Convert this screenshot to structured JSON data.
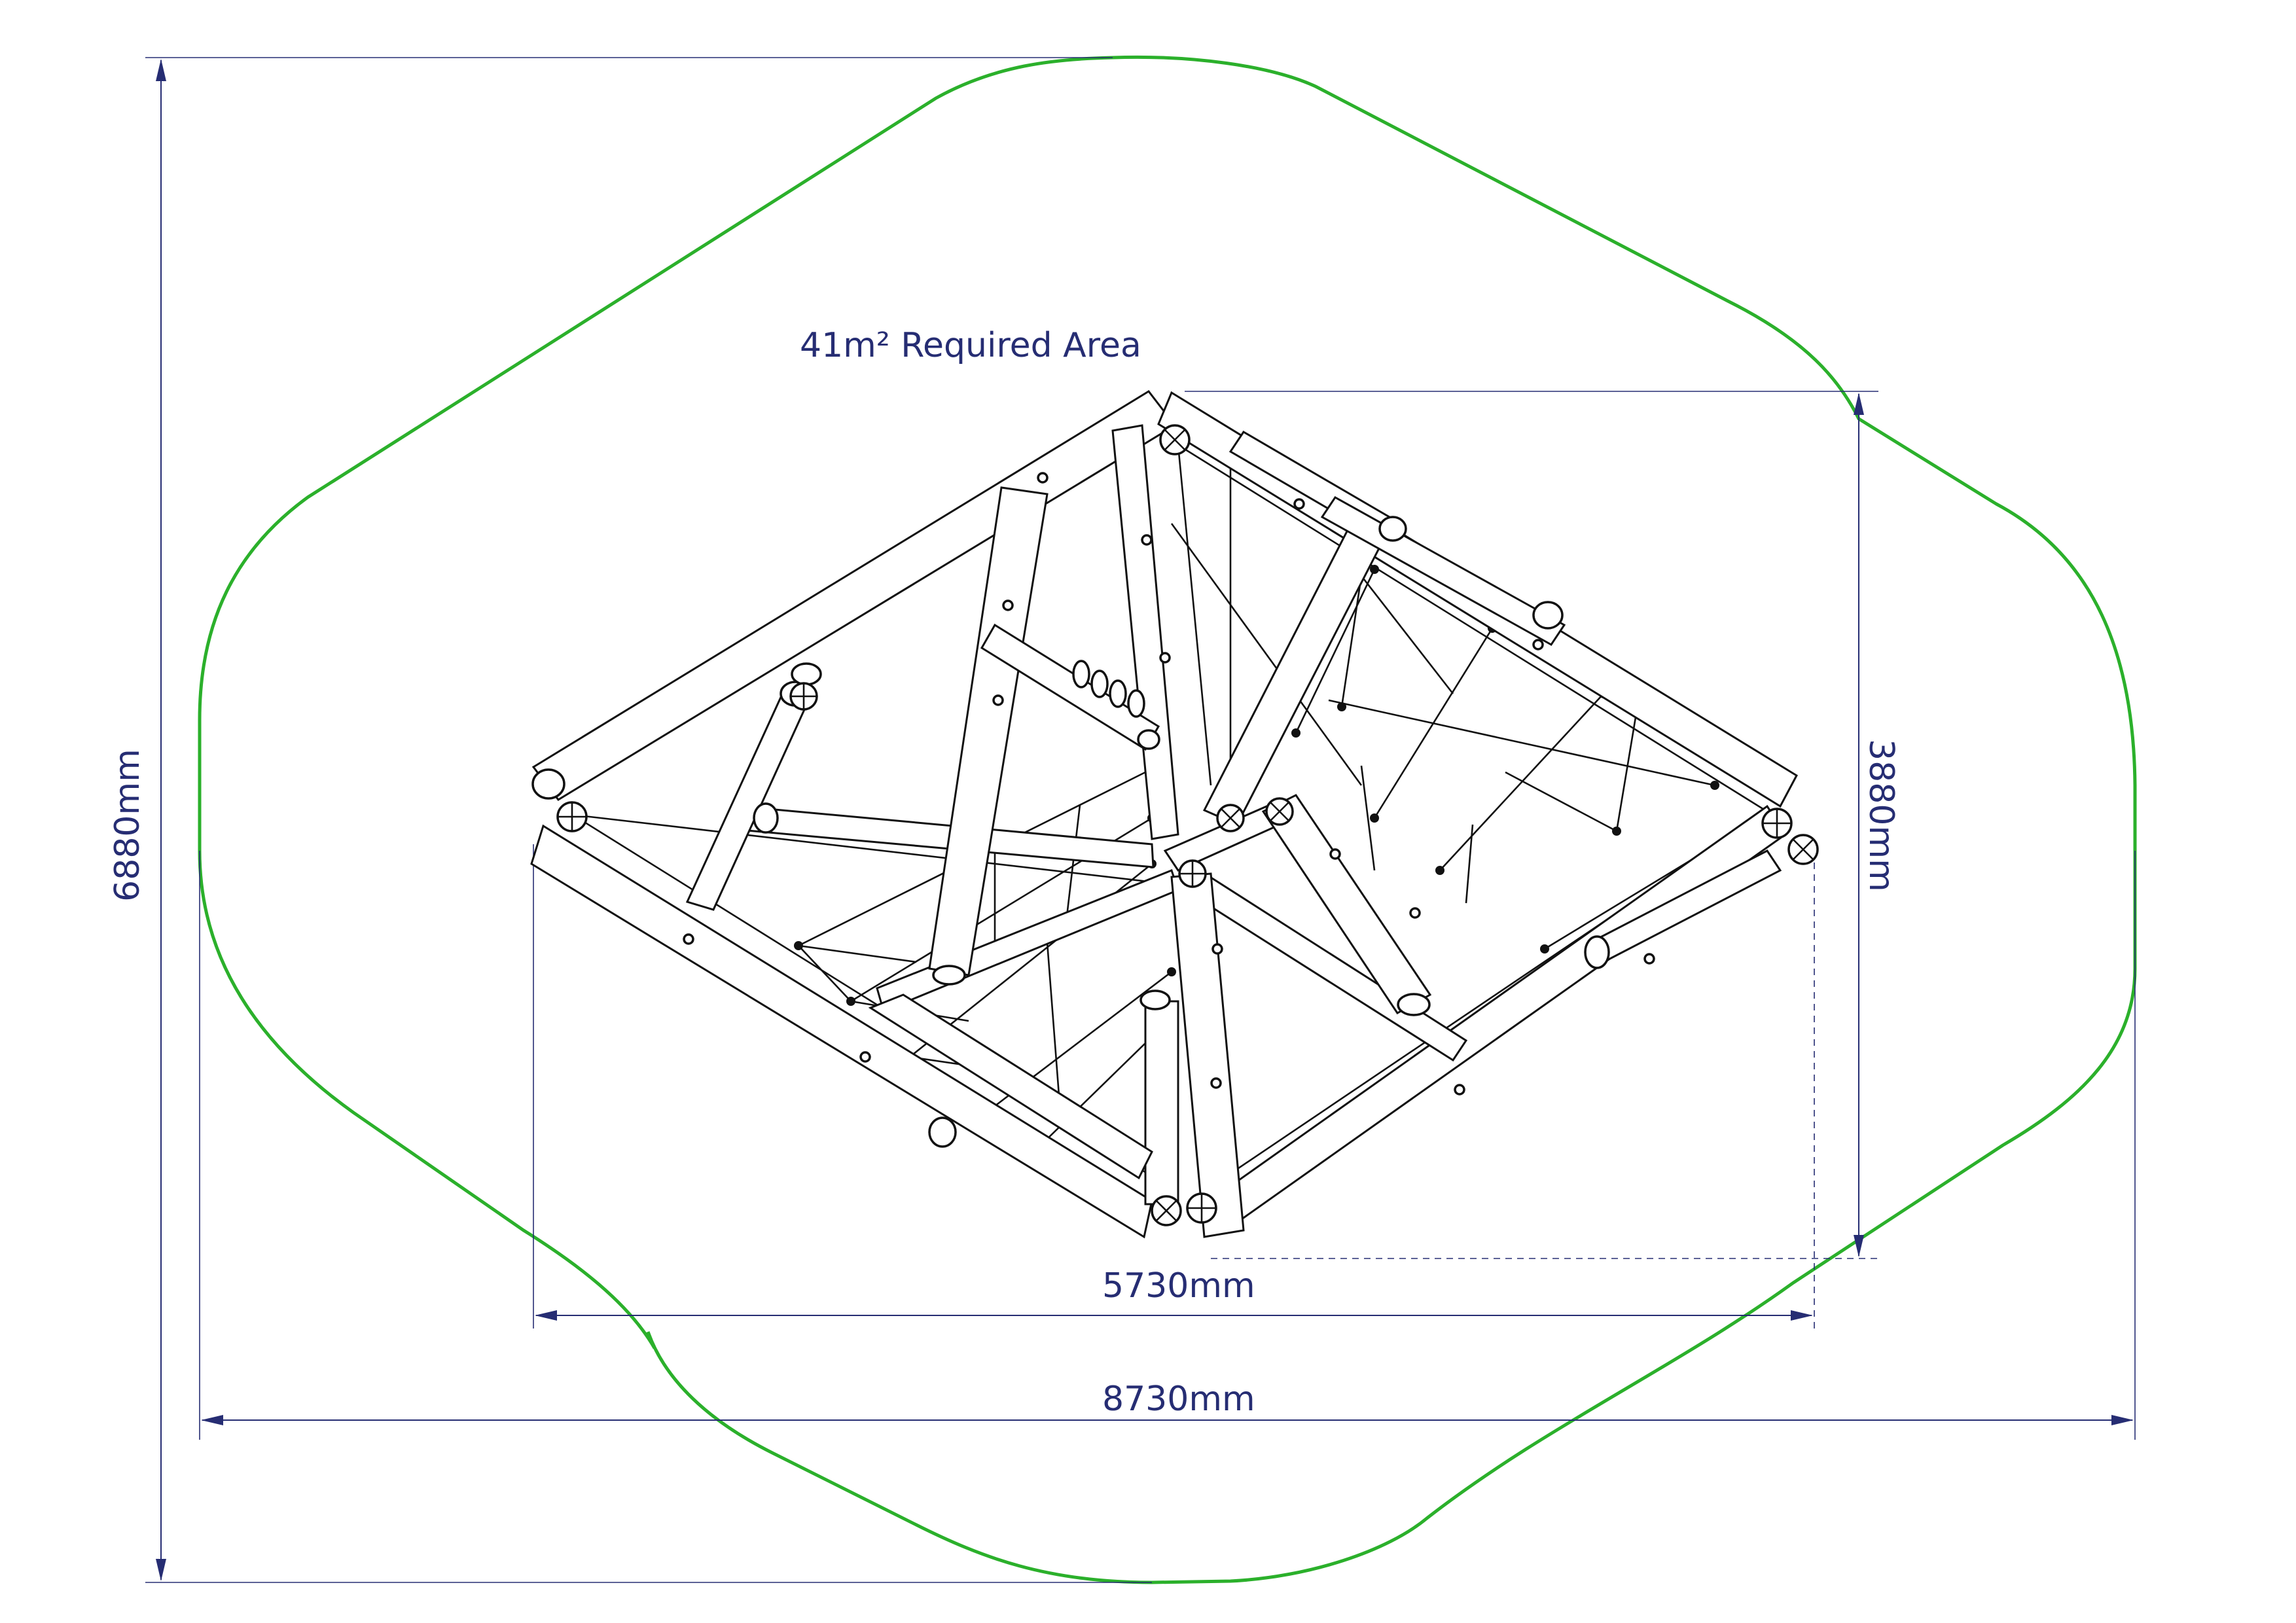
{
  "area_label": "41m² Required Area",
  "dimensions": {
    "overall_width": "8730mm",
    "overall_depth": "6880mm",
    "equipment_width": "5730mm",
    "equipment_depth": "3880mm"
  },
  "colors": {
    "boundary": "#2bb02b",
    "dimension": "#262d73",
    "equipment": "#111111"
  }
}
